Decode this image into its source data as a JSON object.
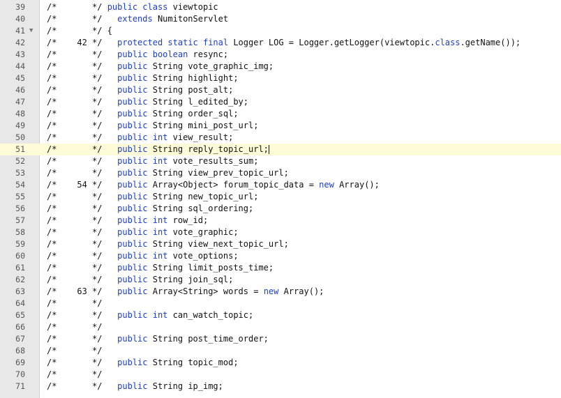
{
  "editor": {
    "current_line": 51,
    "lines": [
      {
        "n": "39",
        "segs": [
          [
            "/*       */ ",
            0
          ],
          [
            "public class",
            1
          ],
          [
            " viewtopic",
            0
          ]
        ]
      },
      {
        "n": "40",
        "segs": [
          [
            "/*       */   ",
            0
          ],
          [
            "extends",
            1
          ],
          [
            " NumitonServlet",
            0
          ]
        ]
      },
      {
        "n": "41",
        "fold": "▼",
        "segs": [
          [
            "/*       */ {",
            0
          ]
        ]
      },
      {
        "n": "42",
        "segs": [
          [
            "/*    42 */   ",
            0
          ],
          [
            "protected static final",
            1
          ],
          [
            " Logger LOG = Logger.getLogger(viewtopic.",
            0
          ],
          [
            "class",
            1
          ],
          [
            ".getName());",
            0
          ]
        ]
      },
      {
        "n": "43",
        "segs": [
          [
            "/*       */   ",
            0
          ],
          [
            "public boolean",
            1
          ],
          [
            " resync;",
            0
          ]
        ]
      },
      {
        "n": "44",
        "segs": [
          [
            "/*       */   ",
            0
          ],
          [
            "public",
            1
          ],
          [
            " String vote_graphic_img;",
            0
          ]
        ]
      },
      {
        "n": "45",
        "segs": [
          [
            "/*       */   ",
            0
          ],
          [
            "public",
            1
          ],
          [
            " String highlight;",
            0
          ]
        ]
      },
      {
        "n": "46",
        "segs": [
          [
            "/*       */   ",
            0
          ],
          [
            "public",
            1
          ],
          [
            " String post_alt;",
            0
          ]
        ]
      },
      {
        "n": "47",
        "segs": [
          [
            "/*       */   ",
            0
          ],
          [
            "public",
            1
          ],
          [
            " String l_edited_by;",
            0
          ]
        ]
      },
      {
        "n": "48",
        "segs": [
          [
            "/*       */   ",
            0
          ],
          [
            "public",
            1
          ],
          [
            " String order_sql;",
            0
          ]
        ]
      },
      {
        "n": "49",
        "segs": [
          [
            "/*       */   ",
            0
          ],
          [
            "public",
            1
          ],
          [
            " String mini_post_url;",
            0
          ]
        ]
      },
      {
        "n": "50",
        "segs": [
          [
            "/*       */   ",
            0
          ],
          [
            "public int",
            1
          ],
          [
            " view_result;",
            0
          ]
        ]
      },
      {
        "n": "51",
        "segs": [
          [
            "/*       */   ",
            0
          ],
          [
            "public",
            1
          ],
          [
            " String reply_topic_url;",
            0
          ]
        ]
      },
      {
        "n": "52",
        "segs": [
          [
            "/*       */   ",
            0
          ],
          [
            "public int",
            1
          ],
          [
            " vote_results_sum;",
            0
          ]
        ]
      },
      {
        "n": "53",
        "segs": [
          [
            "/*       */   ",
            0
          ],
          [
            "public",
            1
          ],
          [
            " String view_prev_topic_url;",
            0
          ]
        ]
      },
      {
        "n": "54",
        "segs": [
          [
            "/*    54 */   ",
            0
          ],
          [
            "public",
            1
          ],
          [
            " Array<Object> forum_topic_data = ",
            0
          ],
          [
            "new",
            1
          ],
          [
            " Array();",
            0
          ]
        ]
      },
      {
        "n": "55",
        "segs": [
          [
            "/*       */   ",
            0
          ],
          [
            "public",
            1
          ],
          [
            " String new_topic_url;",
            0
          ]
        ]
      },
      {
        "n": "56",
        "segs": [
          [
            "/*       */   ",
            0
          ],
          [
            "public",
            1
          ],
          [
            " String sql_ordering;",
            0
          ]
        ]
      },
      {
        "n": "57",
        "segs": [
          [
            "/*       */   ",
            0
          ],
          [
            "public int",
            1
          ],
          [
            " row_id;",
            0
          ]
        ]
      },
      {
        "n": "58",
        "segs": [
          [
            "/*       */   ",
            0
          ],
          [
            "public int",
            1
          ],
          [
            " vote_graphic;",
            0
          ]
        ]
      },
      {
        "n": "59",
        "segs": [
          [
            "/*       */   ",
            0
          ],
          [
            "public",
            1
          ],
          [
            " String view_next_topic_url;",
            0
          ]
        ]
      },
      {
        "n": "60",
        "segs": [
          [
            "/*       */   ",
            0
          ],
          [
            "public int",
            1
          ],
          [
            " vote_options;",
            0
          ]
        ]
      },
      {
        "n": "61",
        "segs": [
          [
            "/*       */   ",
            0
          ],
          [
            "public",
            1
          ],
          [
            " String limit_posts_time;",
            0
          ]
        ]
      },
      {
        "n": "62",
        "segs": [
          [
            "/*       */   ",
            0
          ],
          [
            "public",
            1
          ],
          [
            " String join_sql;",
            0
          ]
        ]
      },
      {
        "n": "63",
        "segs": [
          [
            "/*    63 */   ",
            0
          ],
          [
            "public",
            1
          ],
          [
            " Array<String> words = ",
            0
          ],
          [
            "new",
            1
          ],
          [
            " Array();",
            0
          ]
        ]
      },
      {
        "n": "64",
        "segs": [
          [
            "/*       */",
            0
          ]
        ]
      },
      {
        "n": "65",
        "segs": [
          [
            "/*       */   ",
            0
          ],
          [
            "public int",
            1
          ],
          [
            " can_watch_topic;",
            0
          ]
        ]
      },
      {
        "n": "66",
        "segs": [
          [
            "/*       */",
            0
          ]
        ]
      },
      {
        "n": "67",
        "segs": [
          [
            "/*       */   ",
            0
          ],
          [
            "public",
            1
          ],
          [
            " String post_time_order;",
            0
          ]
        ]
      },
      {
        "n": "68",
        "segs": [
          [
            "/*       */",
            0
          ]
        ]
      },
      {
        "n": "69",
        "segs": [
          [
            "/*       */   ",
            0
          ],
          [
            "public",
            1
          ],
          [
            " String topic_mod;",
            0
          ]
        ]
      },
      {
        "n": "70",
        "segs": [
          [
            "/*       */",
            0
          ]
        ]
      },
      {
        "n": "71",
        "segs": [
          [
            "/*       */   ",
            0
          ],
          [
            "public",
            1
          ],
          [
            " String ip_img;",
            0
          ]
        ]
      }
    ]
  }
}
